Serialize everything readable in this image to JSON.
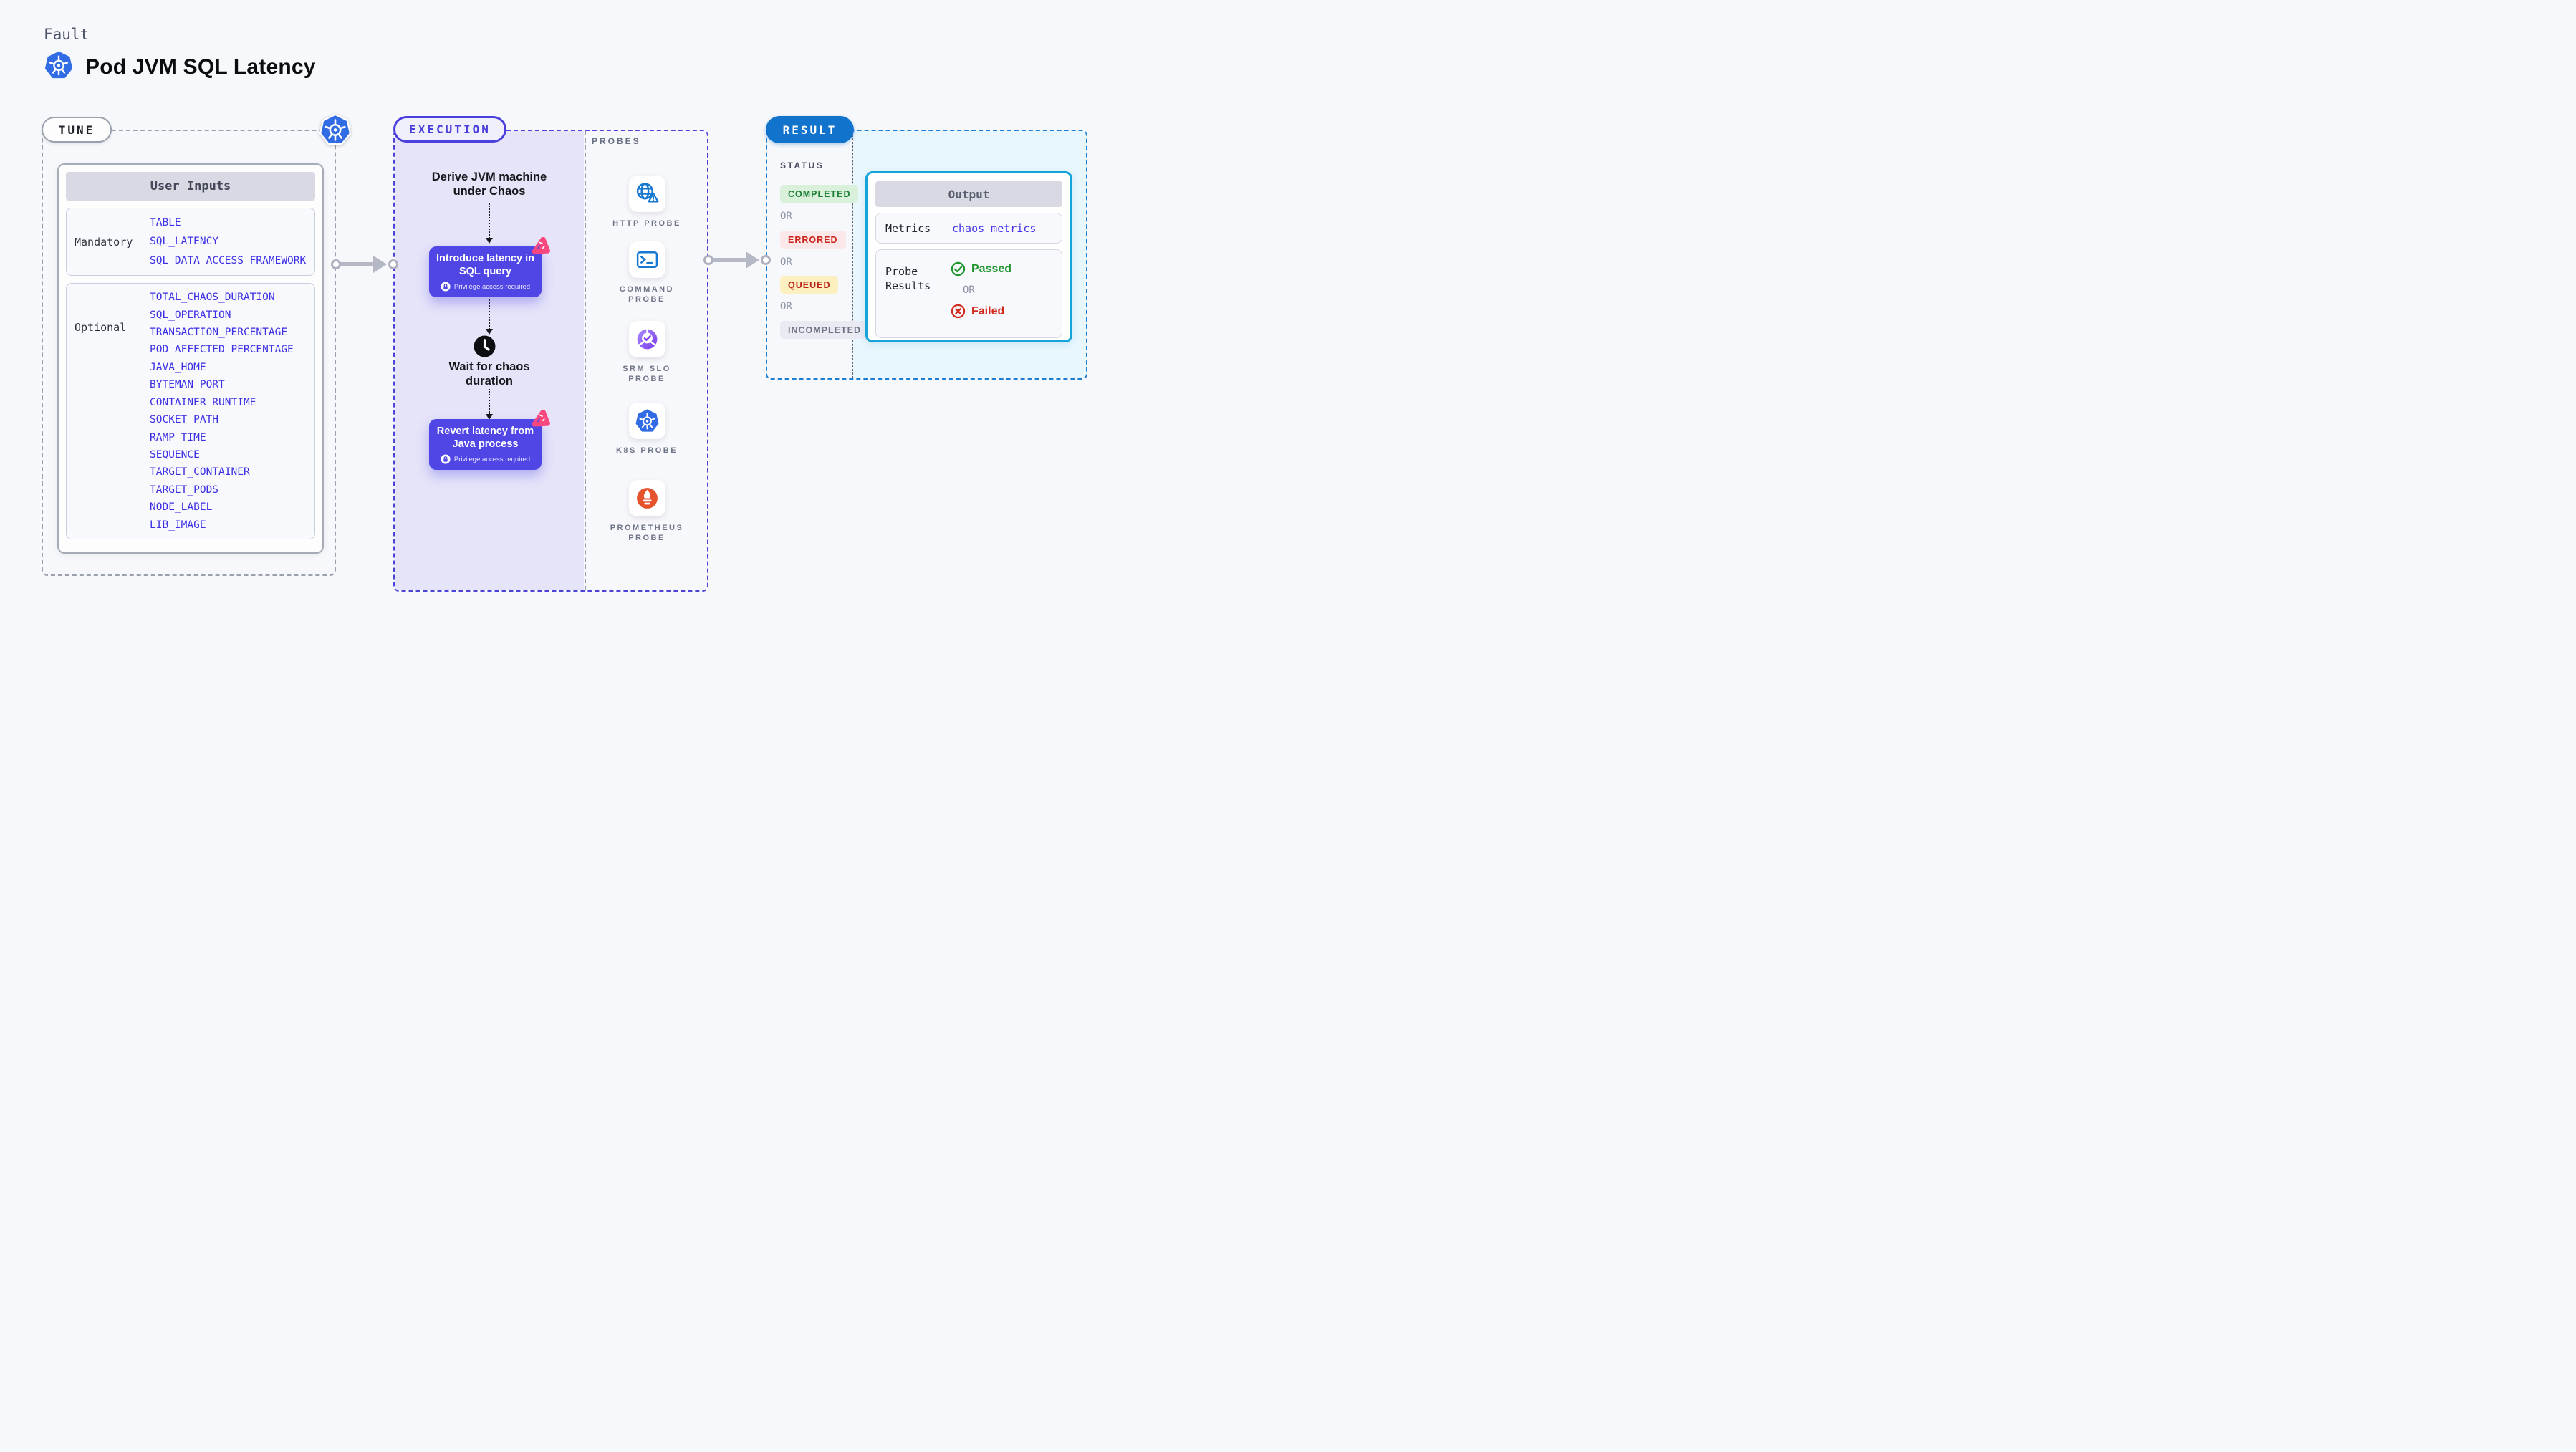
{
  "page": {
    "kicker": "Fault",
    "title": "Pod JVM SQL Latency"
  },
  "tune": {
    "label": "TUNE",
    "user_inputs": {
      "header": "User Inputs",
      "mandatory": {
        "label": "Mandatory",
        "items": [
          "TABLE",
          "SQL_LATENCY",
          "SQL_DATA_ACCESS_FRAMEWORK"
        ]
      },
      "optional": {
        "label": "Optional",
        "items": [
          "TOTAL_CHAOS_DURATION",
          "SQL_OPERATION",
          "TRANSACTION_PERCENTAGE",
          "POD_AFFECTED_PERCENTAGE",
          "JAVA_HOME",
          "BYTEMAN_PORT",
          "CONTAINER_RUNTIME",
          "SOCKET_PATH",
          "RAMP_TIME",
          "SEQUENCE",
          "TARGET_CONTAINER",
          "TARGET_PODS",
          "NODE_LABEL",
          "LIB_IMAGE"
        ]
      }
    }
  },
  "execution": {
    "label": "EXECUTION",
    "steps": {
      "derive": "Derive JVM machine\nunder Chaos",
      "action1": "Introduce latency in\nSQL query",
      "privilege_note": "Privilege access required",
      "wait": "Wait for chaos\nduration",
      "action2": "Revert latency from\nJava process"
    }
  },
  "probes": {
    "header": "PROBES",
    "items": [
      {
        "label": "HTTP PROBE",
        "icon": "globe-alert-icon"
      },
      {
        "label": "COMMAND\nPROBE",
        "icon": "terminal-icon"
      },
      {
        "label": "SRM SLO\nPROBE",
        "icon": "slo-pie-check-icon"
      },
      {
        "label": "K8S PROBE",
        "icon": "kubernetes-icon"
      },
      {
        "label": "PROMETHEUS\nPROBE",
        "icon": "prometheus-icon"
      }
    ]
  },
  "result": {
    "label": "RESULT",
    "status_header": "STATUS",
    "or_label": "OR",
    "statuses": [
      {
        "label": "COMPLETED",
        "fg": "#1b7f35",
        "bg": "#d9f1da"
      },
      {
        "label": "ERRORED",
        "fg": "#cd241c",
        "bg": "#fce8e8"
      },
      {
        "label": "QUEUED",
        "fg": "#bb2418",
        "bg": "#fdf0c0"
      },
      {
        "label": "INCOMPLETED",
        "fg": "#6d7386",
        "bg": "#e9eaf2"
      }
    ],
    "output": {
      "header": "Output",
      "metrics_label": "Metrics",
      "metrics_value": "chaos metrics",
      "probe_results_label": "Probe\nResults",
      "passed_label": "Passed",
      "or_label": "OR",
      "failed_label": "Failed"
    }
  },
  "colors": {
    "indigo": "#4f46e5",
    "lavender_fill": "#e5e4f9",
    "chaos_pink": "#f8487f",
    "kubernetes_blue": "#326ce5",
    "probe_icon_blue": "#1778d2",
    "result_blue": "#1173cb",
    "output_border_cyan": "#14a4da",
    "passed_green": "#21962f",
    "failed_red": "#d22b1e",
    "prometheus_orange": "#e6522c",
    "slo_purple": "#8b5cf6",
    "param_blue": "#3c2fe4"
  }
}
